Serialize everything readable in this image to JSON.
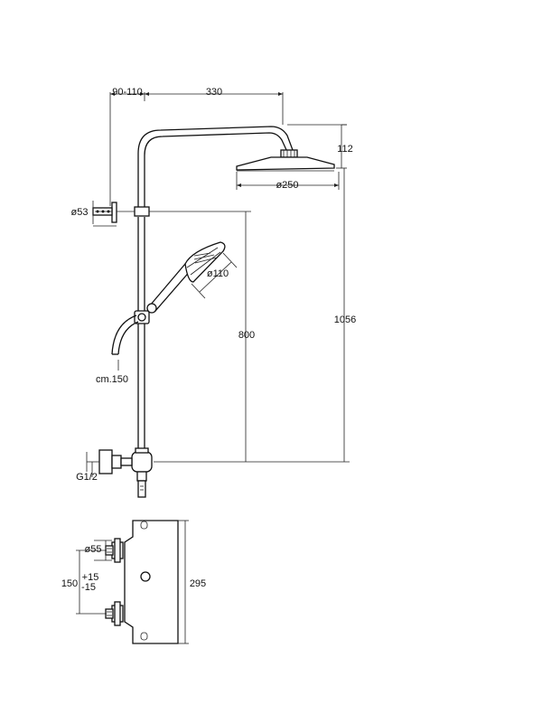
{
  "diagram": {
    "dimensions": {
      "wall_offset": "90-110",
      "arm_length": "330",
      "head_height": "112",
      "head_diameter": "ø250",
      "bracket_diameter": "ø53",
      "hand_diameter": "ø110",
      "bar_height": "800",
      "total_height": "1056",
      "hose_length": "cm.150",
      "thread": "G1/2",
      "flange_diameter": "ø55",
      "center_distance": "150",
      "tolerance_plus": "+15",
      "tolerance_minus": "-15",
      "mixer_height": "295"
    }
  }
}
